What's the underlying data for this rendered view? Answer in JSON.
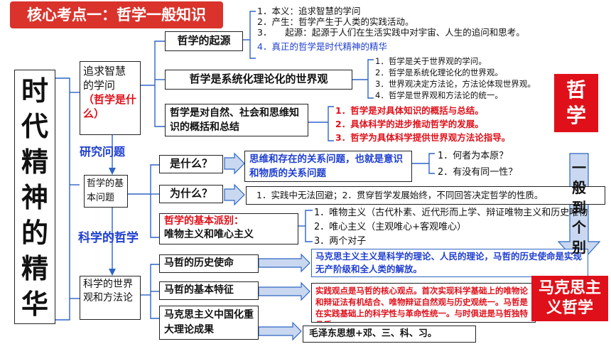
{
  "header": {
    "title": "核心考点一：哲学一般知识"
  },
  "left_column": {
    "title": "时代精神的精华"
  },
  "right_badges": {
    "philosophy": "哲学",
    "general": "一般到个别",
    "marx": "马克思主义哲学"
  },
  "level2": {
    "seek": {
      "line1": "追求智慧",
      "line2": "的学问",
      "red": "（哲学是什么）"
    },
    "research_label": "研究问题",
    "basic": "哲学的基本问题",
    "science_label": "科学的哲学",
    "worldview": "科学的世界观和方法论"
  },
  "level3": {
    "origin": "哲学的起源",
    "system": "哲学是系统化理论化的世界观",
    "summary": "哲学是对自然、社会和思维知识的概括和总结",
    "what": "是什么？",
    "why": "为什么？",
    "schools_red": "哲学的基本派别：",
    "schools": "唯物主义和唯心主义",
    "mission": "马哲的历史使命",
    "features": "马哲的基本特征",
    "sinicization": "马克思主义中国化重大理论成果"
  },
  "origin_items": [
    "1．本义：追求智慧的学问",
    "2．产生：哲学产生于人类的实践活动。",
    "3．　　起源：起源于人们在生活实践中对宇宙、人生的追问和思考。",
    "4．真正的哲学是时代精神的精华"
  ],
  "system_items": [
    "1．哲学是关于世界观的学问。",
    "2．哲学是系统化理论化的世界观。",
    "3．世界观决定方法论，方法论体现世界观。",
    "4．哲学是世界观和方法论的统一。"
  ],
  "summary_items": [
    "1．哲学是对具体知识的概括与总结。",
    "2．具体科学的进步推动哲学的发展。",
    "3．哲学为具体科学提供世界观方法论指导。"
  ],
  "what_answer": "思维和存在的关系问题，也就是意识和物质的关系问题",
  "what_items": [
    "1．何者为本原？",
    "2．有没有同一性？"
  ],
  "why_answer": "1．实践中无法回避；2．贯穿哲学发展始终，不同回答决定哲学的性质。",
  "schools_items": [
    "1．唯物主义（古代朴素、近代形而上学、辩证唯物主义和历史唯物",
    "2．唯心主义（主观唯心+客观唯心）",
    "3．两个对子"
  ],
  "mission_text": "马克思主义主义是科学的理论、人民的理论，马哲的历史使命是实现无产阶级和全人类的解放。",
  "features_text": "实践观点是马哲的核心观点。首次实现科学基础上的唯物论和辩证法有机结合、唯物辩证自然观与历史观统一。马哲是在实践基础上的科学性与革命性统一。与时俱进是马哲独特品质。",
  "sinicization_text": "毛泽东思想+邓、三、科、习。",
  "colors": {
    "header_bg": "#d9332c",
    "badge_red": "#e0101a",
    "arrow_fill": "#c9d8f0",
    "arrow_stroke": "#2e66c4",
    "blue_text": "#1f3fd0",
    "red_text": "#e0101a"
  }
}
